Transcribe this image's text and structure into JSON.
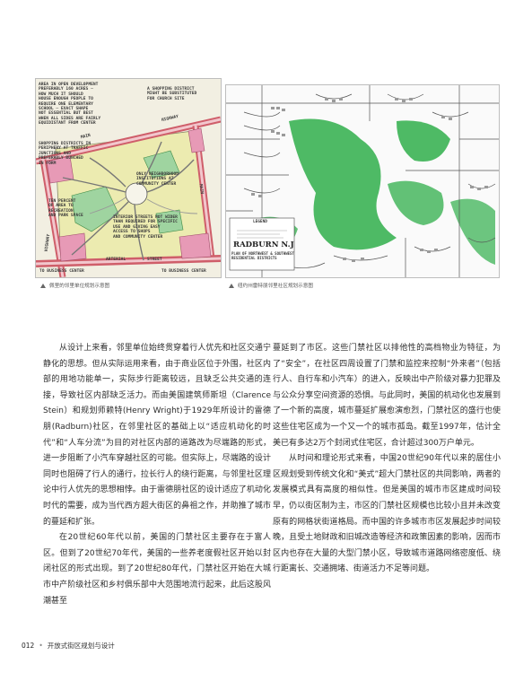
{
  "figure_left": {
    "notes": [
      "AREA IN OPEN DEVELOPMENT\nPREFERABLY 160 ACRES ─\nHOW MUCH IT SHOULD\nHOUSE ENOUGH PEOPLE TO\nREQUIRE ONE ELEMENTARY\nSCHOOL ─ EXACT SHAPE\nNOT ESSENTIAL BUT BEST\nWHEN ALL SIDES ARE FAIRLY\nEQUIDISTANT FROM CENTER",
      "A SHOPPING DISTRICT\nMIGHT BE SUBSTITUTED\nFOR CHURCH SITE",
      "SHOPPING DISTRICTS IN\nPERIPHERY AT TRAFFIC\nJUNCTIONS AND\nPREFERABLY BUNCHED\nIN FORM",
      "ONLY NEIGHBORHOOD\nINSTITUTIONS AT\nCOMMUNITY CENTER",
      "TEN PERCENT\nOF AREA TO\nRECREATION\nAND PARK SPACE",
      "INTERIOR STREETS NOT WIDER\nTHAN REQUIRED FOR SPECIFIC\nUSE AND GIVING EASY\nACCESS TO SHOPS\nAND COMMUNITY CENTER"
    ],
    "street_labels": [
      "MAIN",
      "HIGHWAY",
      "MAIN",
      "HIGHWAY",
      "ARTERIAL",
      "STREET",
      "TO BUSINESS CENTER",
      "TO BUSINESS CENTER"
    ]
  },
  "figure_right": {
    "legend_title": "LEGEND",
    "title": "RADBURN N.J",
    "subtitle": "PLAN OF NORTHWEST & SOUTHWEST\nRESIDENTIAL DISTRICTS"
  },
  "captions": {
    "left": "佩里的邻里单位规划示意图",
    "right": "纽约州雷特朋邻里社区规划示意图"
  },
  "body": {
    "left": [
      "从设计上来看，邻里单位始终贯穿着行人优先和社区交通宁静化的思想。但从实际运用来看，由于商业区位于外围，社区内部的用地功能单一，实际步行距离较远，且缺乏公共交通的连接，导致社区内部缺乏活力。而由美国建筑师斯坦（Clarence Stein）和规划师赖特(Henry Wright)于1929年所设计的雷德朋(Radburn)社区，在邻里社区的基础上以“适应机动化的时代”和“人车分流”为目的对社区内部的道路改为尽端路的形式，进一步阻断了小汽车穿越社区的可能。但实际上，尽端路的设计同时也阻碍了行人的通行，拉长行人的绕行距离，与邻里社区理论中行人优先的思想相悖。由于雷德朋社区的设计适应了机动化时代的需要，成为当代西方超大街区的鼻祖之作，并助推了城市的蔓延和扩张。",
      "在20世纪60年代以前，美国的门禁社区主要存在于富人区。但到了20世纪70年代，美国的一些养老度假社区开始以封闭社区的形式出现。到了20世纪80年代，门禁社区开始在大城市中产阶级社区和乡村俱乐部中大范围地流行起来，此后这股风潮甚至"
    ],
    "right": [
      "蔓延到了市区。这些门禁社区以排他性的高档物业为特征，为了“安全”，在社区四周设置了门禁和监控来控制“外来者”（包括行人、自行车和小汽车）的进入，反映出中产阶级对暴力犯罪及与公众分享空间资源的恐惧。与此同时，美国的机动化也发展到了一个新的高度，城市蔓延扩展愈演愈烈，门禁社区的盛行也使这些住宅区成为一个又一个的城市孤岛。截至1997年，估计全美已有多达2万个封闭式住宅区，合计超过300万户单元。",
      "从时间和理论形式来看，中国20世纪90年代以来的居住小区规划受到传统文化和“美式”超大门禁社区的共同影响，两者的发展模式具有高度的相似性。但是美国的城市市区建成时间较早，仍以街区制为主，市区的门禁社区规模也比较小且并未改变原有的网格状街道格局。而中国的许多城市市区发展起步时间较晚，且受土地财政和旧城改造等经济和政策因素的影响，因而市区内也存在大量的大型门禁小区，导致城市道路网络密度低、绕行距离长、交通拥堵、街道活力不足等问题。"
    ]
  },
  "footer": {
    "page": "012",
    "title": "开放式街区规划与设计"
  },
  "colors": {
    "park_green": "#2fae4a",
    "shop_pink": "#e79ab6",
    "highway_red": "#cf5e6a",
    "residential_yellow": "#ecebb0"
  }
}
